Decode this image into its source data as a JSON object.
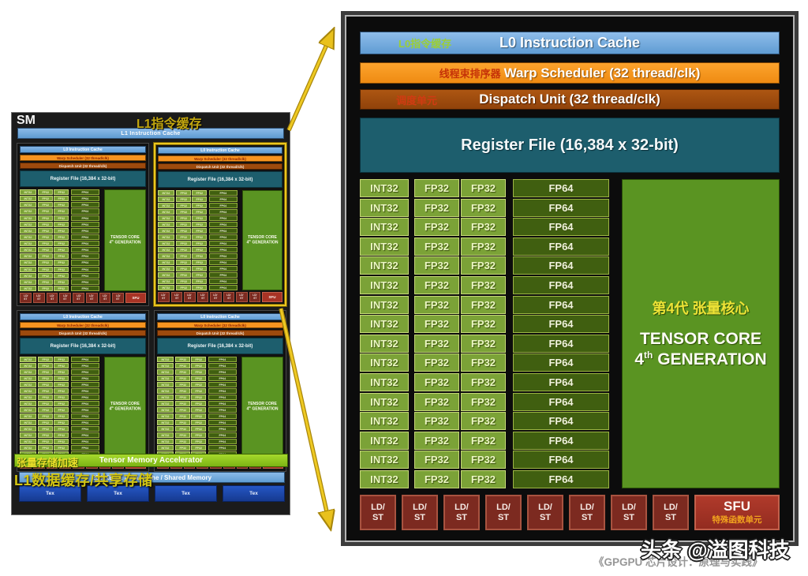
{
  "watermark": {
    "text": "头条 @溢图科技",
    "caption": "《GPGPU 芯片设计：原理与实践》"
  },
  "colors": {
    "highlight_yellow": "#ecc71f",
    "arrow_yellow": "#e9c11d",
    "l0_blue": "#6fa8dc",
    "warp_orange": "#f79420",
    "dispatch_brown": "#9e4a0d",
    "register_teal": "#1d5e6d",
    "alu_green": "#7ba237",
    "fp64_green": "#405f10",
    "tensor_green": "#5a9422",
    "ldst_red": "#7c2a20",
    "sfu_red": "#a83325",
    "tma_green": "#8cc41c",
    "tex_blue": "#1d4fae"
  },
  "sm": {
    "title": "SM",
    "l1i_cn": "L1指令缓存",
    "l1i_en": "L1 Instruction Cache",
    "tma_cn": "张量存储加速",
    "tma_en": "Tensor Memory Accelerator",
    "l1d_en": "256 KB L1 Data Cache / Shared Memory",
    "l1d_cn": "L1数据缓存/共享存储",
    "tex_label": "Tex",
    "tex_count": 4,
    "partition_count": 4
  },
  "partition": {
    "l0_cn": "L0指令缓存",
    "l0_en": "L0 Instruction Cache",
    "warp_cn": "线程束排序器",
    "warp_en": "Warp Scheduler (32 thread/clk)",
    "dispatch_cn": "调度单元",
    "dispatch_en": "Dispatch Unit (32 thread/clk)",
    "register_en": "Register File (16,384 x 32-bit)",
    "grid": {
      "rows": 16,
      "int32": "INT32",
      "fp32": "FP32",
      "fp64": "FP64"
    },
    "tensor_cn": "第4代 张量核心",
    "tensor_en_line1": "TENSOR CORE",
    "tensor_en_num": "4",
    "tensor_en_sup": "th",
    "tensor_en_rest": " GENERATION",
    "ldst_line1": "LD/",
    "ldst_line2": "ST",
    "ldst_count": 8,
    "sfu_en": "SFU",
    "sfu_cn": "特殊函数单元"
  }
}
